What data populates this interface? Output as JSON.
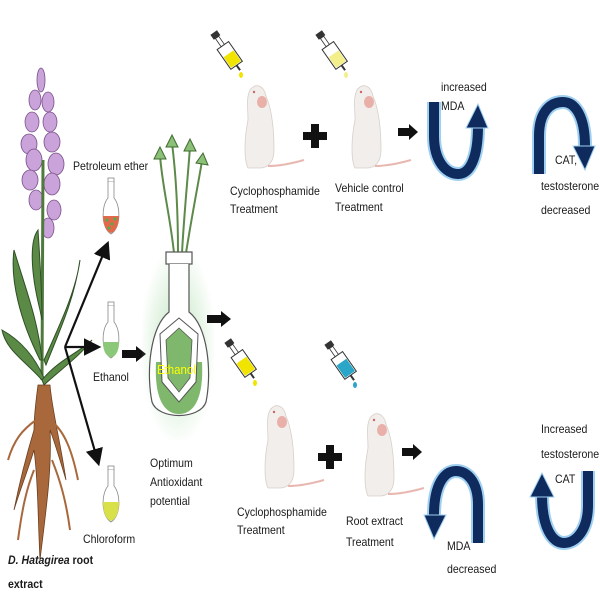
{
  "plant": {
    "species_label_italic": "D. Hatagirea",
    "species_label_rest": " root",
    "species_label_line2": "extract"
  },
  "solvents": [
    {
      "name": "Petroleum ether",
      "color": "#e06a4a"
    },
    {
      "name": "Ethanol",
      "color": "#8cc87a"
    },
    {
      "name": "Chloroform",
      "color": "#d8e04a"
    }
  ],
  "flask": {
    "inner_label": "Ethanol",
    "inner_label_color": "#ffff00",
    "caption_lines": [
      "Optimum",
      "Antioxidant",
      "potential"
    ]
  },
  "groups": [
    {
      "id": "control",
      "treatment_a": {
        "line1": "Cyclophosphamide",
        "line2": "Treatment",
        "syringe_color": "#f0e400"
      },
      "operator": "+",
      "treatment_b": {
        "line1": "Vehicle control",
        "line2": "Treatment",
        "syringe_color": "#f3ef8a"
      },
      "outcome_1": {
        "direction": "increase",
        "text_lines": [
          "increased",
          "MDA"
        ]
      },
      "outcome_2": {
        "direction": "decrease",
        "text_lines": [
          "CAT,",
          "testosterone",
          "decreased"
        ]
      }
    },
    {
      "id": "treated",
      "treatment_a": {
        "line1": "Cyclophosphamide",
        "line2": "Treatment",
        "syringe_color": "#f0e400"
      },
      "operator": "+",
      "treatment_b": {
        "line1": "Root extract",
        "line2": "Treatment",
        "syringe_color": "#2aa6c8"
      },
      "outcome_1": {
        "direction": "decrease",
        "text_lines": [
          "MDA",
          "decreased"
        ]
      },
      "outcome_2": {
        "direction": "increase",
        "text_lines": [
          "Increased",
          "testosterone",
          "CAT"
        ]
      }
    }
  ],
  "colors": {
    "curve_arrow": "#0f2a5c",
    "curve_glow": "#9fd0f2",
    "flower": "#c9a3d9",
    "leaf": "#4f7a3e",
    "root": "#a8683c",
    "rat": "#f1eeec"
  }
}
